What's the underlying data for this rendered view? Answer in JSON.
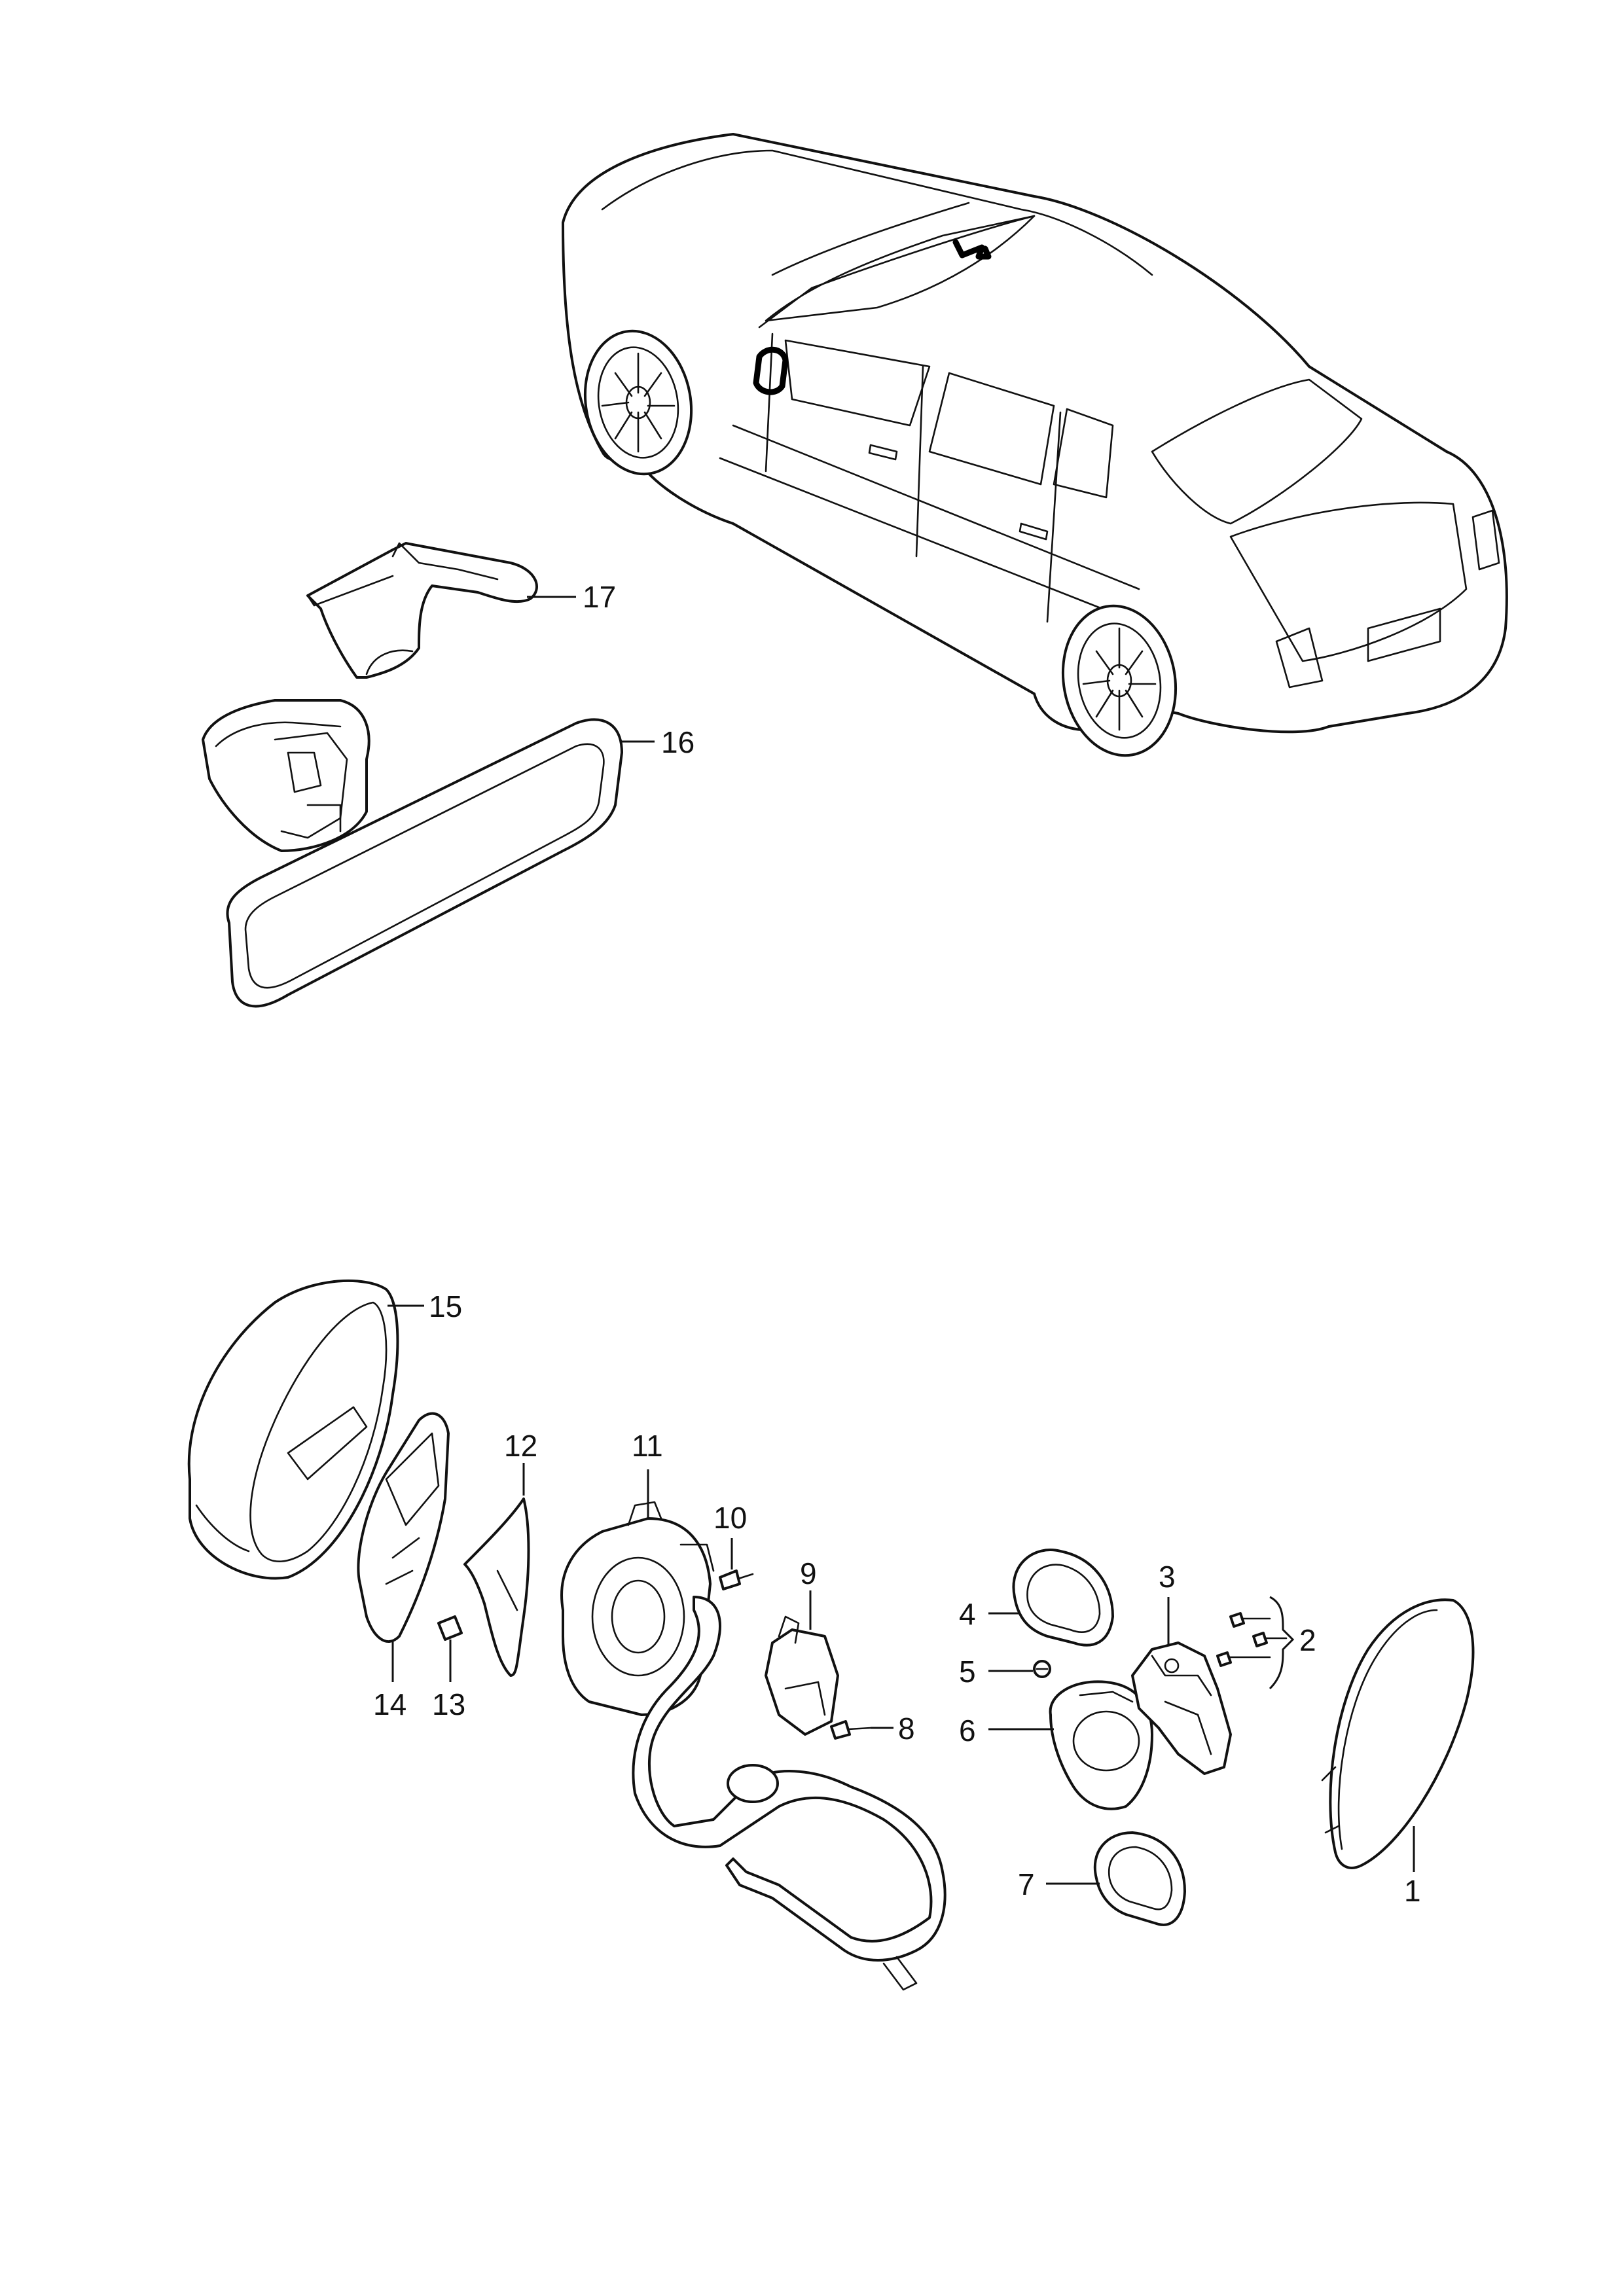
{
  "callouts": {
    "c1": "1",
    "c2": "2",
    "c3": "3",
    "c4": "4",
    "c5": "5",
    "c6": "6",
    "c7": "7",
    "c8": "8",
    "c9": "9",
    "c10": "10",
    "c11": "11",
    "c12": "12",
    "c13": "13",
    "c14": "14",
    "c15": "15",
    "c16": "16",
    "c17": "17"
  },
  "icons": {
    "vehicle": "car-outline-icon",
    "interior_mirror": "rear-view-mirror-icon",
    "exterior_mirror": "door-mirror-icon"
  }
}
